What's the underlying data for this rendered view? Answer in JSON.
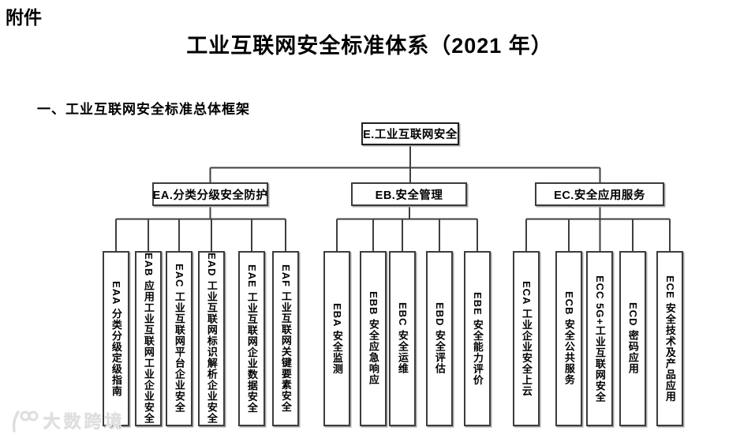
{
  "page": {
    "attachment_label": "附件",
    "title": "工业互联网安全标准体系（2021 年）",
    "section_heading": "一、工业互联网安全标准总体框架",
    "watermark": "大数跨境"
  },
  "tree": {
    "root": {
      "label": "E.工业互联网安全"
    },
    "groups": [
      {
        "label": "EA.分类分级安全防护",
        "children": [
          {
            "label": "EAA 分类分级定级指南"
          },
          {
            "label": "EAB 应用工业互联网工业企业安全"
          },
          {
            "label": "EAC 工业互联网平台企业安全"
          },
          {
            "label": "EAD 工业互联网标识解析企业安全"
          },
          {
            "label": "EAE 工业互联网企业数据安全"
          },
          {
            "label": "EAF 工业互联网关键要素安全"
          }
        ]
      },
      {
        "label": "EB.安全管理",
        "children": [
          {
            "label": "EBA 安全监测"
          },
          {
            "label": "EBB 安全应急响应"
          },
          {
            "label": "EBC 安全运维"
          },
          {
            "label": "EBD 安全评估"
          },
          {
            "label": "EBE 安全能力评价"
          }
        ]
      },
      {
        "label": "EC.安全应用服务",
        "children": [
          {
            "label": "ECA 工业企业安全上云"
          },
          {
            "label": "ECB 安全公共服务"
          },
          {
            "label": "ECC 5G+工业互联网安全"
          },
          {
            "label": "ECD 密码应用"
          },
          {
            "label": "ECE 安全技术及产品应用"
          }
        ]
      }
    ]
  },
  "colors": {
    "line": "#3f3f3f",
    "box_border": "#3c3c3c",
    "text": "#000000",
    "watermark": "#dedede"
  }
}
